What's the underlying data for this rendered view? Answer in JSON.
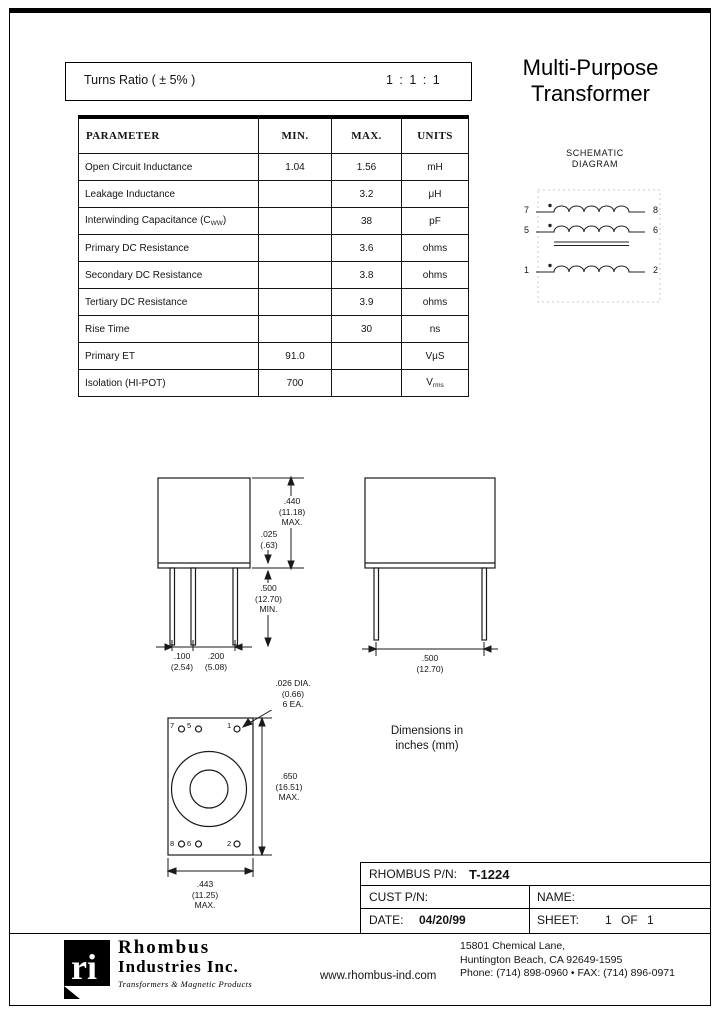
{
  "document": {
    "title_line1": "Multi-Purpose",
    "title_line2": "Transformer"
  },
  "turns_ratio": {
    "label": "Turns Ratio ( ± 5% )",
    "value": "1 : 1 : 1"
  },
  "parameters": {
    "headers": {
      "param": "PARAMETER",
      "min": "MIN.",
      "max": "MAX.",
      "units": "UNITS"
    },
    "rows": [
      {
        "param": "Open Circuit Inductance",
        "min": "1.04",
        "max": "1.56",
        "units": "mH"
      },
      {
        "param": "Leakage Inductance",
        "min": "",
        "max": "3.2",
        "units": "μH"
      },
      {
        "param": "Interwinding Capacitance (C",
        "param_sub": "WW",
        "param_close": ")",
        "min": "",
        "max": "38",
        "units": "pF"
      },
      {
        "param": "Primary DC Resistance",
        "min": "",
        "max": "3.6",
        "units": "ohms"
      },
      {
        "param": "Secondary DC Resistance",
        "min": "",
        "max": "3.8",
        "units": "ohms"
      },
      {
        "param": "Tertiary DC Resistance",
        "min": "",
        "max": "3.9",
        "units": "ohms"
      },
      {
        "param": "Rise Time",
        "min": "",
        "max": "30",
        "units": "ns"
      },
      {
        "param": "Primary ET",
        "min": "91.0",
        "max": "",
        "units": "VμS"
      },
      {
        "param": "Isolation (HI-POT)",
        "min": "700",
        "max": "",
        "units": "V",
        "units_sub": "rms"
      }
    ]
  },
  "schematic": {
    "title_line1": "SCHEMATIC",
    "title_line2": "DIAGRAM",
    "pins": {
      "p7": "7",
      "p8": "8",
      "p5": "5",
      "p6": "6",
      "p1": "1",
      "p2": "2"
    }
  },
  "drawings": {
    "dim_height": {
      "l1": ".440",
      "l2": "(11.18)",
      "l3": "MAX."
    },
    "dim_standoff": {
      "l1": ".025",
      "l2": "(.63)"
    },
    "dim_lead_length": {
      "l1": ".500",
      "l2": "(12.70)",
      "l3": "MIN."
    },
    "dim_pitch_small": {
      "l1": ".100",
      "l2": "(2.54)"
    },
    "dim_pitch_large": {
      "l1": ".200",
      "l2": "(5.08)"
    },
    "dim_depth": {
      "l1": ".500",
      "l2": "(12.70)"
    },
    "dim_hole": {
      "l1": ".026 DIA.",
      "l2": "(0.66)",
      "l3": "6 EA."
    },
    "dim_length": {
      "l1": ".650",
      "l2": "(16.51)",
      "l3": "MAX."
    },
    "dim_width": {
      "l1": ".443",
      "l2": "(11.25)",
      "l3": "MAX."
    },
    "note_line1": "Dimensions in",
    "note_line2": "inches (mm)",
    "bottom_view_pins": {
      "top": [
        "7",
        "5",
        "1"
      ],
      "bottom": [
        "8",
        "6",
        "2"
      ]
    }
  },
  "title_block": {
    "pn_label": "RHOMBUS P/N:",
    "pn_value": "T-1224",
    "cust_label": "CUST P/N:",
    "name_label": "NAME:",
    "date_label": "DATE:",
    "date_value": "04/20/99",
    "sheet_label": "SHEET:",
    "sheet_value": "1 OF 1"
  },
  "footer": {
    "logo_text": "ri",
    "company_line1": "Rhombus",
    "company_line2": "Industries Inc.",
    "tagline": "Transformers & Magnetic Products",
    "website": "www.rhombus-ind.com",
    "address_line1": "15801 Chemical Lane,",
    "address_line2": "Huntington Beach, CA 92649-1595",
    "phone_line": "Phone: (714) 898-0960 • FAX: (714) 896-0971"
  }
}
